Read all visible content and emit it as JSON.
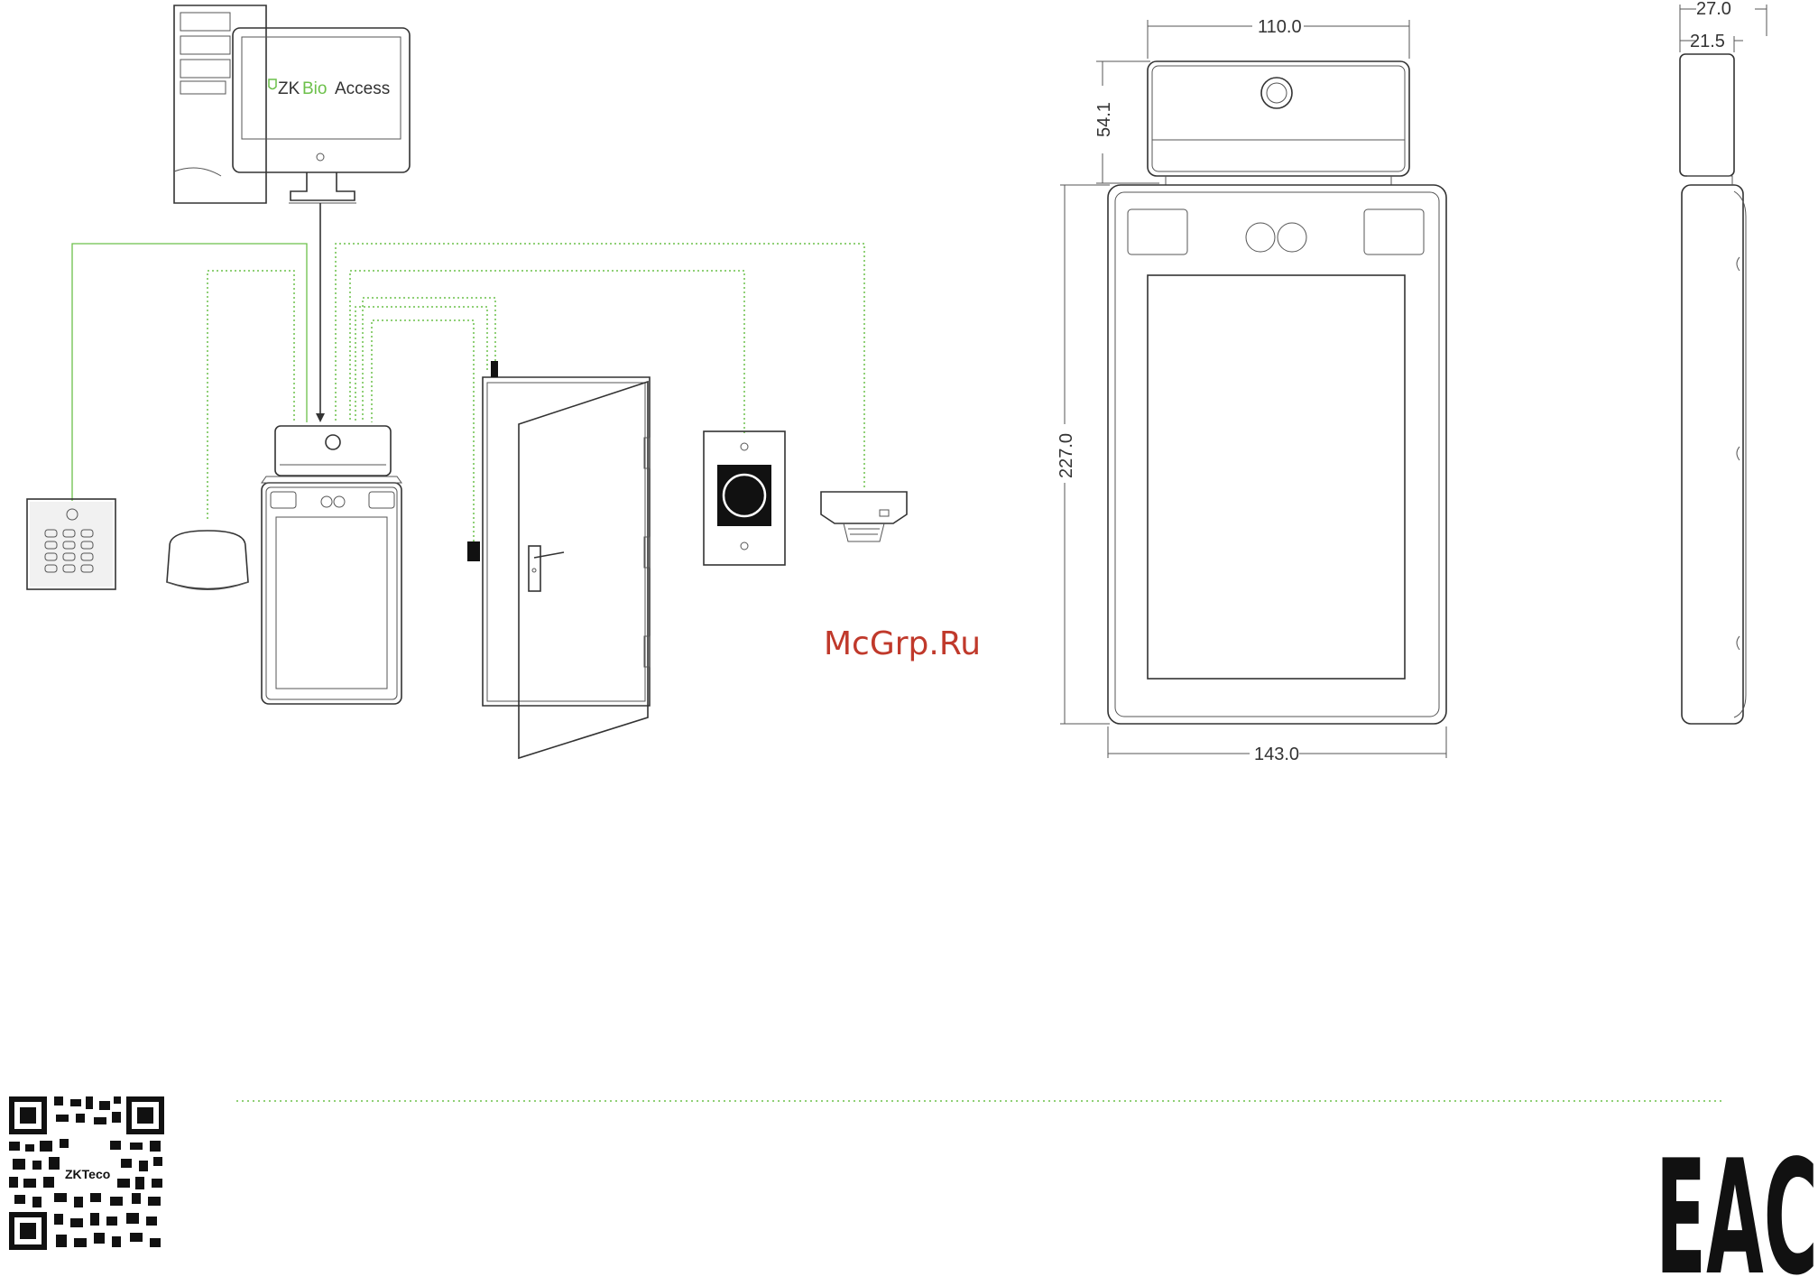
{
  "software": {
    "brand_zk": "ZK",
    "brand_bio": "Bio",
    "brand_access": "Access"
  },
  "dimensions": {
    "top_width": "110.0",
    "top_height": "54.1",
    "body_height": "227.0",
    "body_width": "143.0",
    "depth_total": "27.0",
    "depth_body": "21.5"
  },
  "qr_brand": "ZKTeco",
  "watermark": "McGrp.Ru",
  "certification_mark": "EAC",
  "colors": {
    "wire": "#6cc04a",
    "line": "#333333",
    "watermark": "#c0392b",
    "brand_green": "#6cc04a"
  }
}
